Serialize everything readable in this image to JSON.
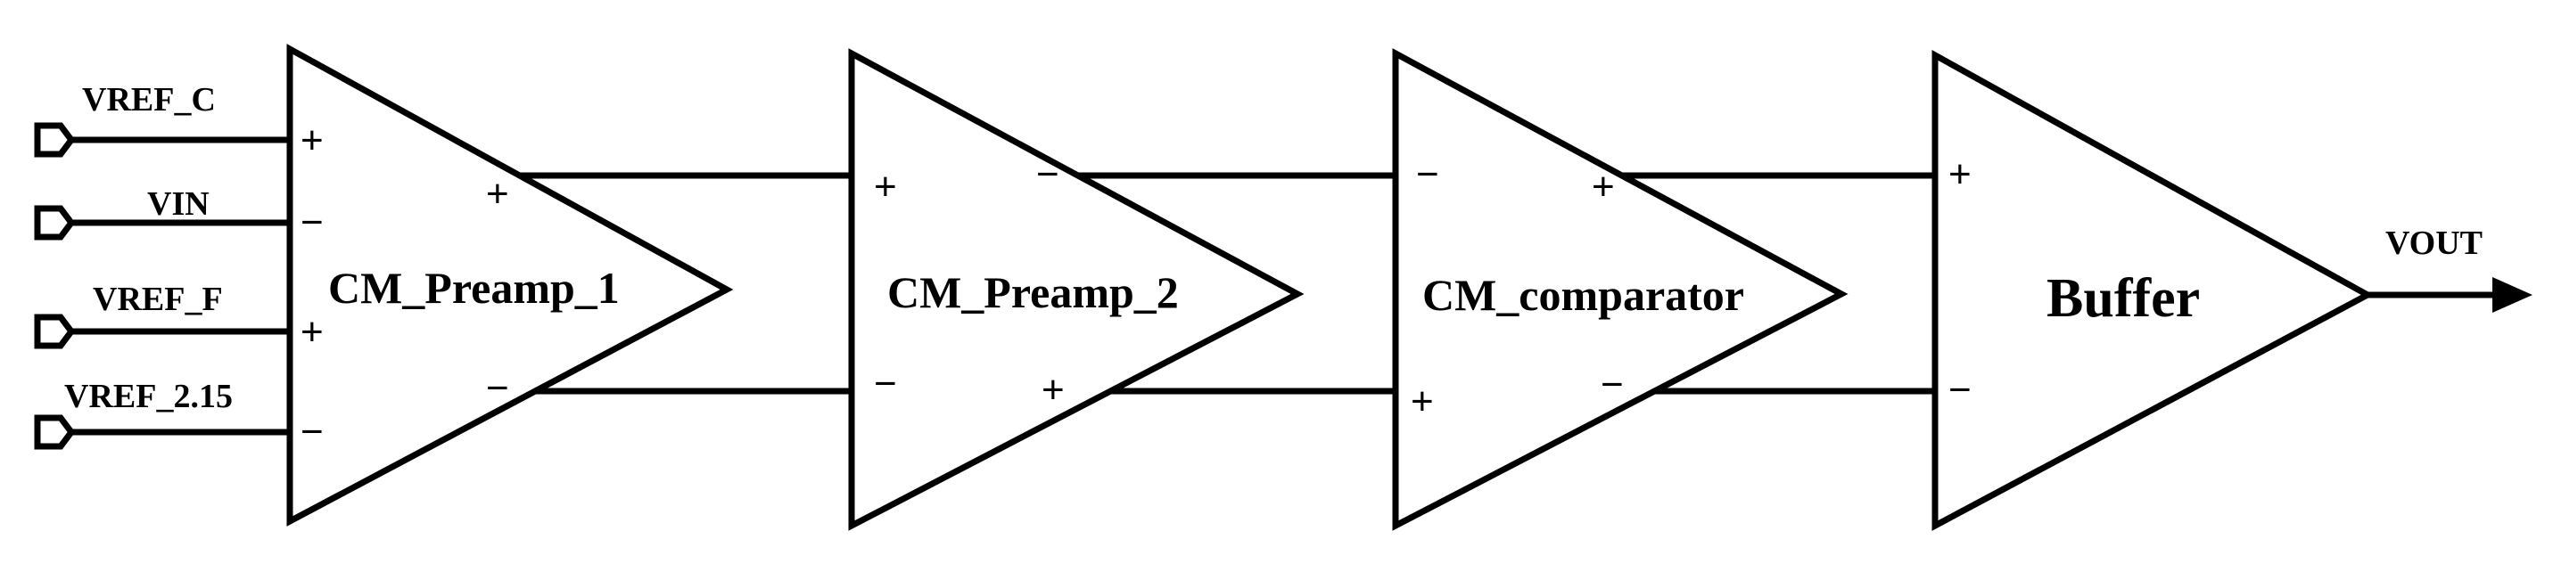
{
  "inputs": {
    "vref_c": "VREF_C",
    "vin": "VIN",
    "vref_f": "VREF_F",
    "vref_215": "VREF_2.15"
  },
  "output": {
    "vout": "VOUT"
  },
  "blocks": {
    "preamp1": "CM_Preamp_1",
    "preamp2": "CM_Preamp_2",
    "comparator": "CM_comparator",
    "buffer": "Buffer"
  },
  "signs": {
    "plus": "+",
    "minus": "−"
  }
}
